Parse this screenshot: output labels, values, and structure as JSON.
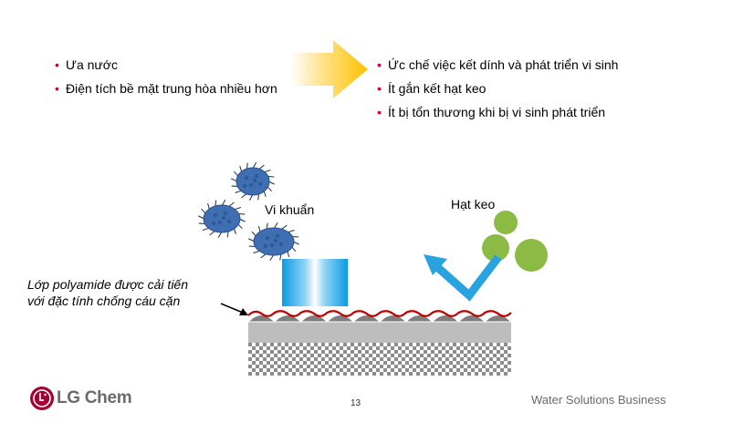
{
  "left_bullets": [
    "Ưa nước",
    "Điện tích bề mặt trung hòa nhiều hơn"
  ],
  "right_bullets": [
    "Ức chế việc kết dính và phát triển vi sinh",
    "Ít gắn kết hạt keo",
    "Ít bị tổn thương khi bị vi sinh phát triển"
  ],
  "bullet_glyph": "•",
  "labels": {
    "bacteria": "Vi khuẩn",
    "colloid": "Hạt keo",
    "membrane_line1": "Lớp polyamide được cải tiến",
    "membrane_line2": "với đặc tính chống cáu cặn"
  },
  "footer": {
    "logo_text": "LG Chem",
    "page_number": "13",
    "business": "Water Solutions Business"
  },
  "colors": {
    "bullet": "#d3002a",
    "arrow": "#ffc000",
    "bacteria": "#3f6fb2",
    "colloid": "#8bbb45",
    "reject_arrow": "#29a3e0",
    "membrane_wave": "#c00000",
    "logo": "#a50034"
  }
}
